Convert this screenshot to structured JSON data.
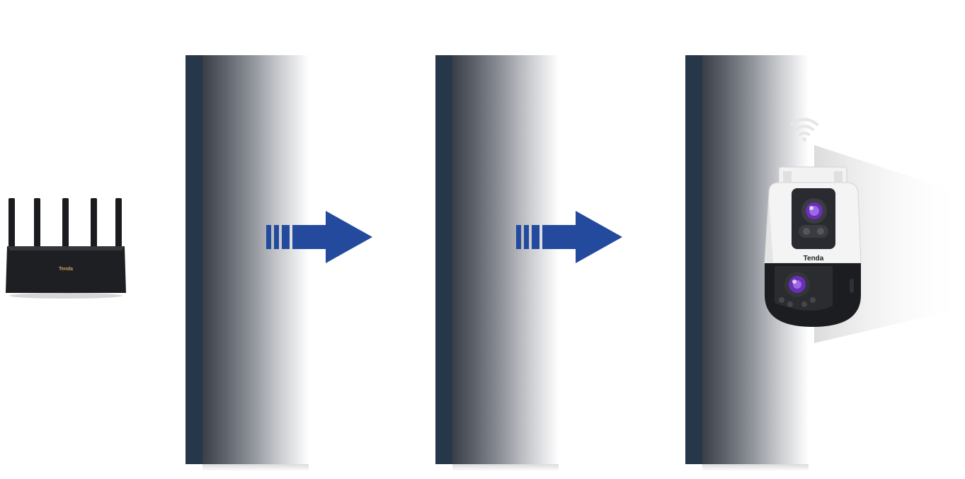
{
  "router": {
    "brand": "Tenda",
    "brand_color": "#c8a060",
    "body_color": "#1e1f22"
  },
  "camera": {
    "brand": "Tenda",
    "lens_color": "#7a3cc8"
  },
  "walls": [
    {
      "id": 1
    },
    {
      "id": 2
    },
    {
      "id": 3
    }
  ],
  "colors": {
    "wall_slab": "#27374a",
    "arrow": "#234a9c",
    "background": "#ffffff"
  },
  "icons": {
    "signal": "wifi-signal-icon",
    "arrow": "arrow-right-icon"
  }
}
